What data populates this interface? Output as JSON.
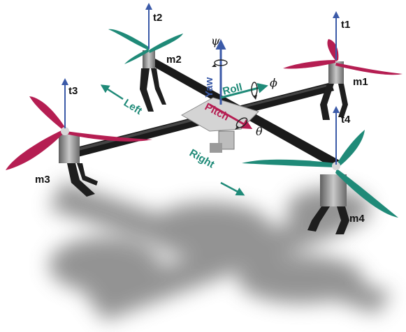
{
  "motors": {
    "m1": "m1",
    "m2": "m2",
    "m3": "m3",
    "m4": "m4"
  },
  "thrusts": {
    "t1": "t1",
    "t2": "t2",
    "t3": "t3",
    "t4": "t4"
  },
  "axes": {
    "yaw": "Yaw",
    "roll": "Roll",
    "pitch": "Pitch"
  },
  "angles": {
    "psi": "ψ",
    "phi": "ϕ",
    "theta": "θ"
  },
  "directions": {
    "left": "Left",
    "right": "Right"
  },
  "colors": {
    "blue": "#3b5aa8",
    "teal": "#1f8a78",
    "crimson": "#b51e52",
    "frame": "#222222",
    "motor": "#8a8a8a"
  }
}
